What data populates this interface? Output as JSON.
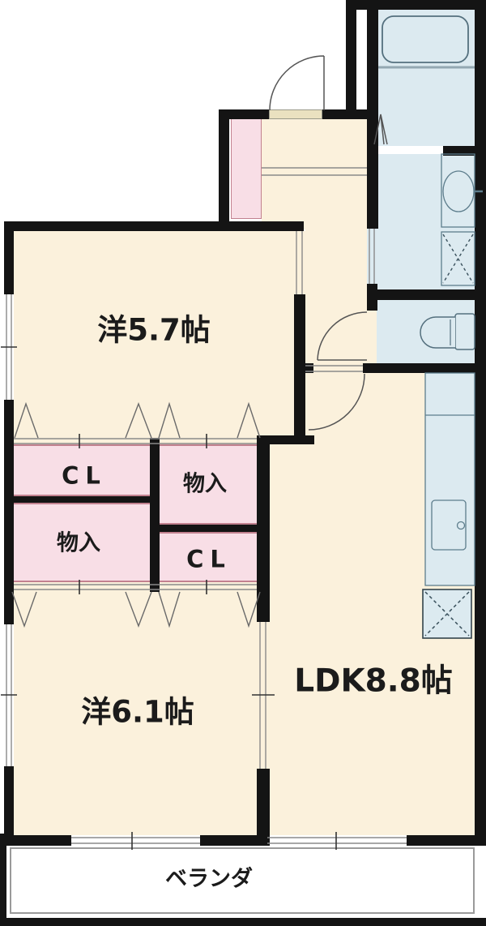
{
  "title": "apartment-floor-plan",
  "rooms": {
    "western_room_1": {
      "label": "洋5.7帖"
    },
    "western_room_2": {
      "label": "洋6.1帖"
    },
    "ldk": {
      "label": "LDK8.8帖"
    },
    "closet_upper_left": {
      "label": "CL"
    },
    "storage_upper_right": {
      "label": "物入"
    },
    "storage_lower_left": {
      "label": "物入"
    },
    "closet_lower_right": {
      "label": "CL"
    },
    "veranda": {
      "label": "ベランダ"
    }
  },
  "fixtures": {
    "bathtub": "bathtub-icon",
    "bathroom_door": "folding-door-icon",
    "washbasin": "washbasin-icon",
    "washing_machine_area": "washing-machine-area-icon",
    "toilet": "toilet-icon",
    "kitchen_counter": "kitchen-counter-icon",
    "kitchen_sink": "kitchen-sink-icon",
    "refrigerator_area": "refrigerator-area-icon",
    "entrance_door": "swing-door-icon",
    "hall_door": "swing-door-icon",
    "toilet_door": "swing-door-icon"
  },
  "colors": {
    "wall": "#141414",
    "room_fill": "#FBF1DC",
    "closet_fill": "#F8DEE6",
    "wet_area_fill": "#DCEAF0",
    "closet_accent": "#C2818F",
    "fixture_line": "#54707E"
  }
}
